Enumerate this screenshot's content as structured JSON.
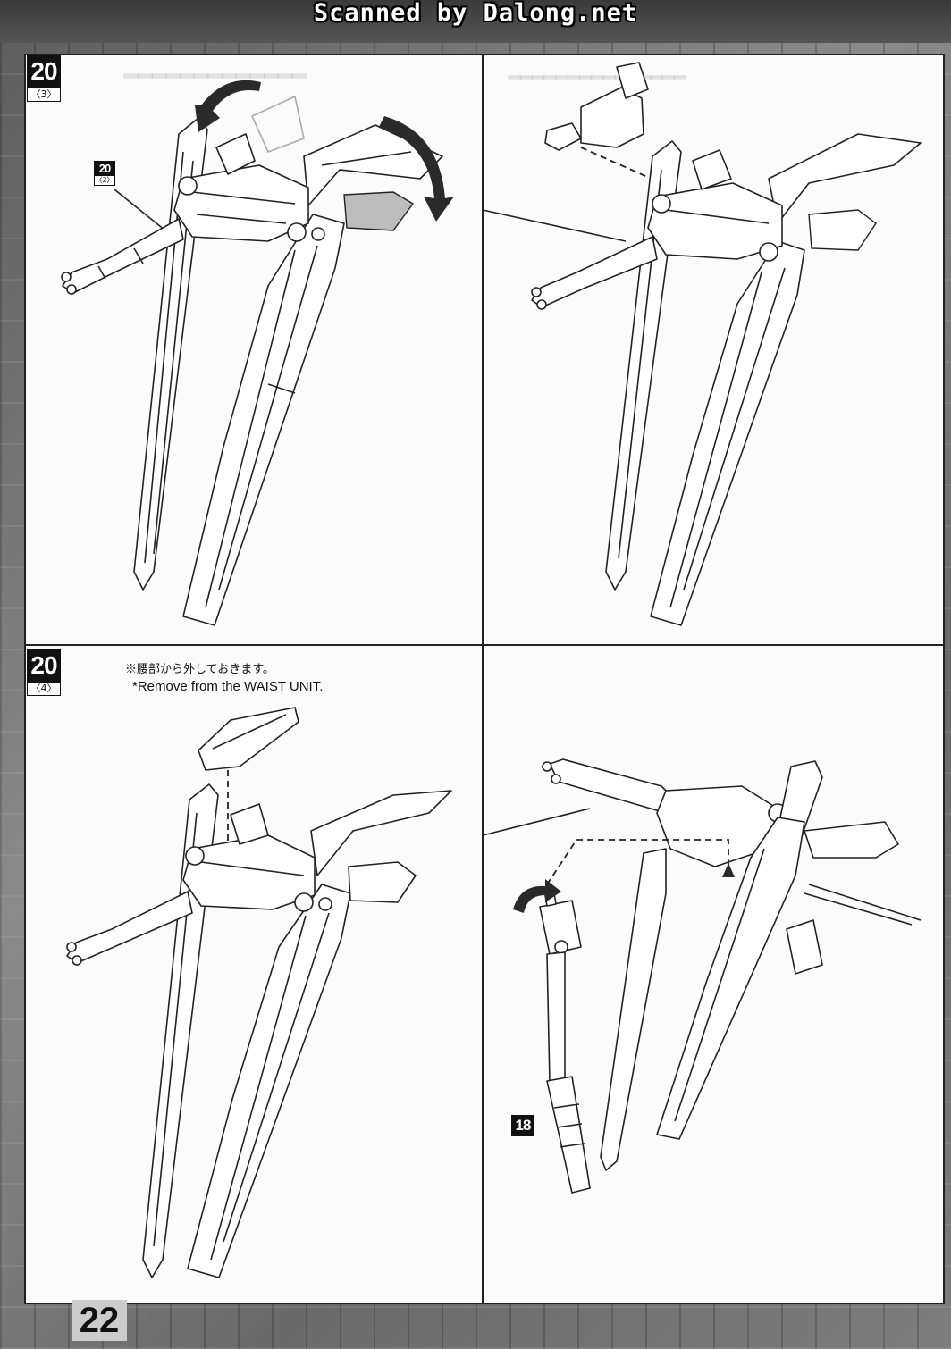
{
  "scan_credit": "Scanned by Dalong.net",
  "panels": [
    {
      "step": "20",
      "sub_step": "〈3〉",
      "ref": {
        "step": "20",
        "sub": "〈2〉"
      }
    },
    {
      "step": "20",
      "sub_step": "〈4〉",
      "note_ja": "※腰部から外しておきます。",
      "note_en": "*Remove from the WAIST UNIT."
    },
    {
      "part_number": "18"
    }
  ],
  "page_number": "22"
}
